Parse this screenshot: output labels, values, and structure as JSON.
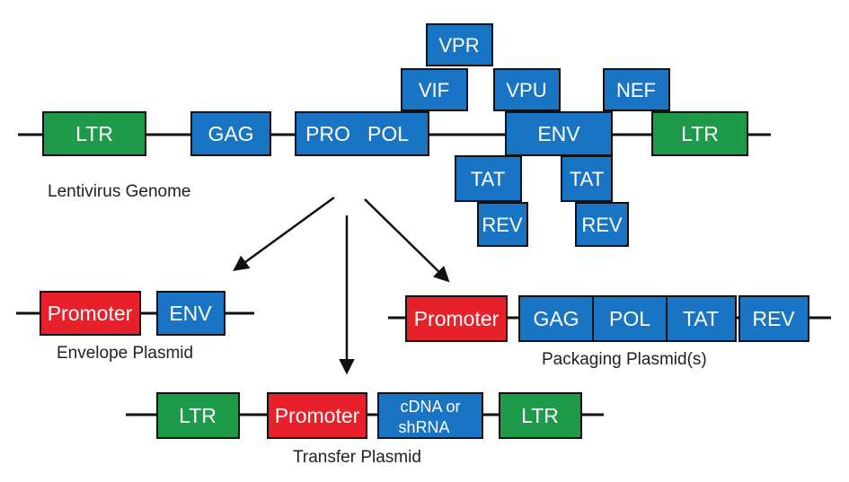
{
  "colors": {
    "ltr": "#1f9a4a",
    "gene": "#1a74c4",
    "promoter": "#e8202a",
    "outline": "#111111",
    "line": "#111111"
  },
  "genome": {
    "caption": "Lentivirus Genome",
    "ltr_left": "LTR",
    "gag": "GAG",
    "pro": "PRO",
    "pol": "POL",
    "vpr": "VPR",
    "vif": "VIF",
    "vpu": "VPU",
    "nef": "NEF",
    "env": "ENV",
    "ltr_right": "LTR",
    "tat1": "TAT",
    "rev1": "REV",
    "tat2": "TAT",
    "rev2": "REV"
  },
  "envelope": {
    "caption": "Envelope Plasmid",
    "promoter": "Promoter",
    "env": "ENV"
  },
  "packaging": {
    "caption": "Packaging Plasmid(s)",
    "promoter": "Promoter",
    "gag": "GAG",
    "pol": "POL",
    "tat": "TAT",
    "rev": "REV"
  },
  "transfer": {
    "caption": "Transfer Plasmid",
    "ltr_left": "LTR",
    "promoter": "Promoter",
    "insert_line1": "cDNA or",
    "insert_line2": "shRNA",
    "ltr_right": "LTR"
  }
}
